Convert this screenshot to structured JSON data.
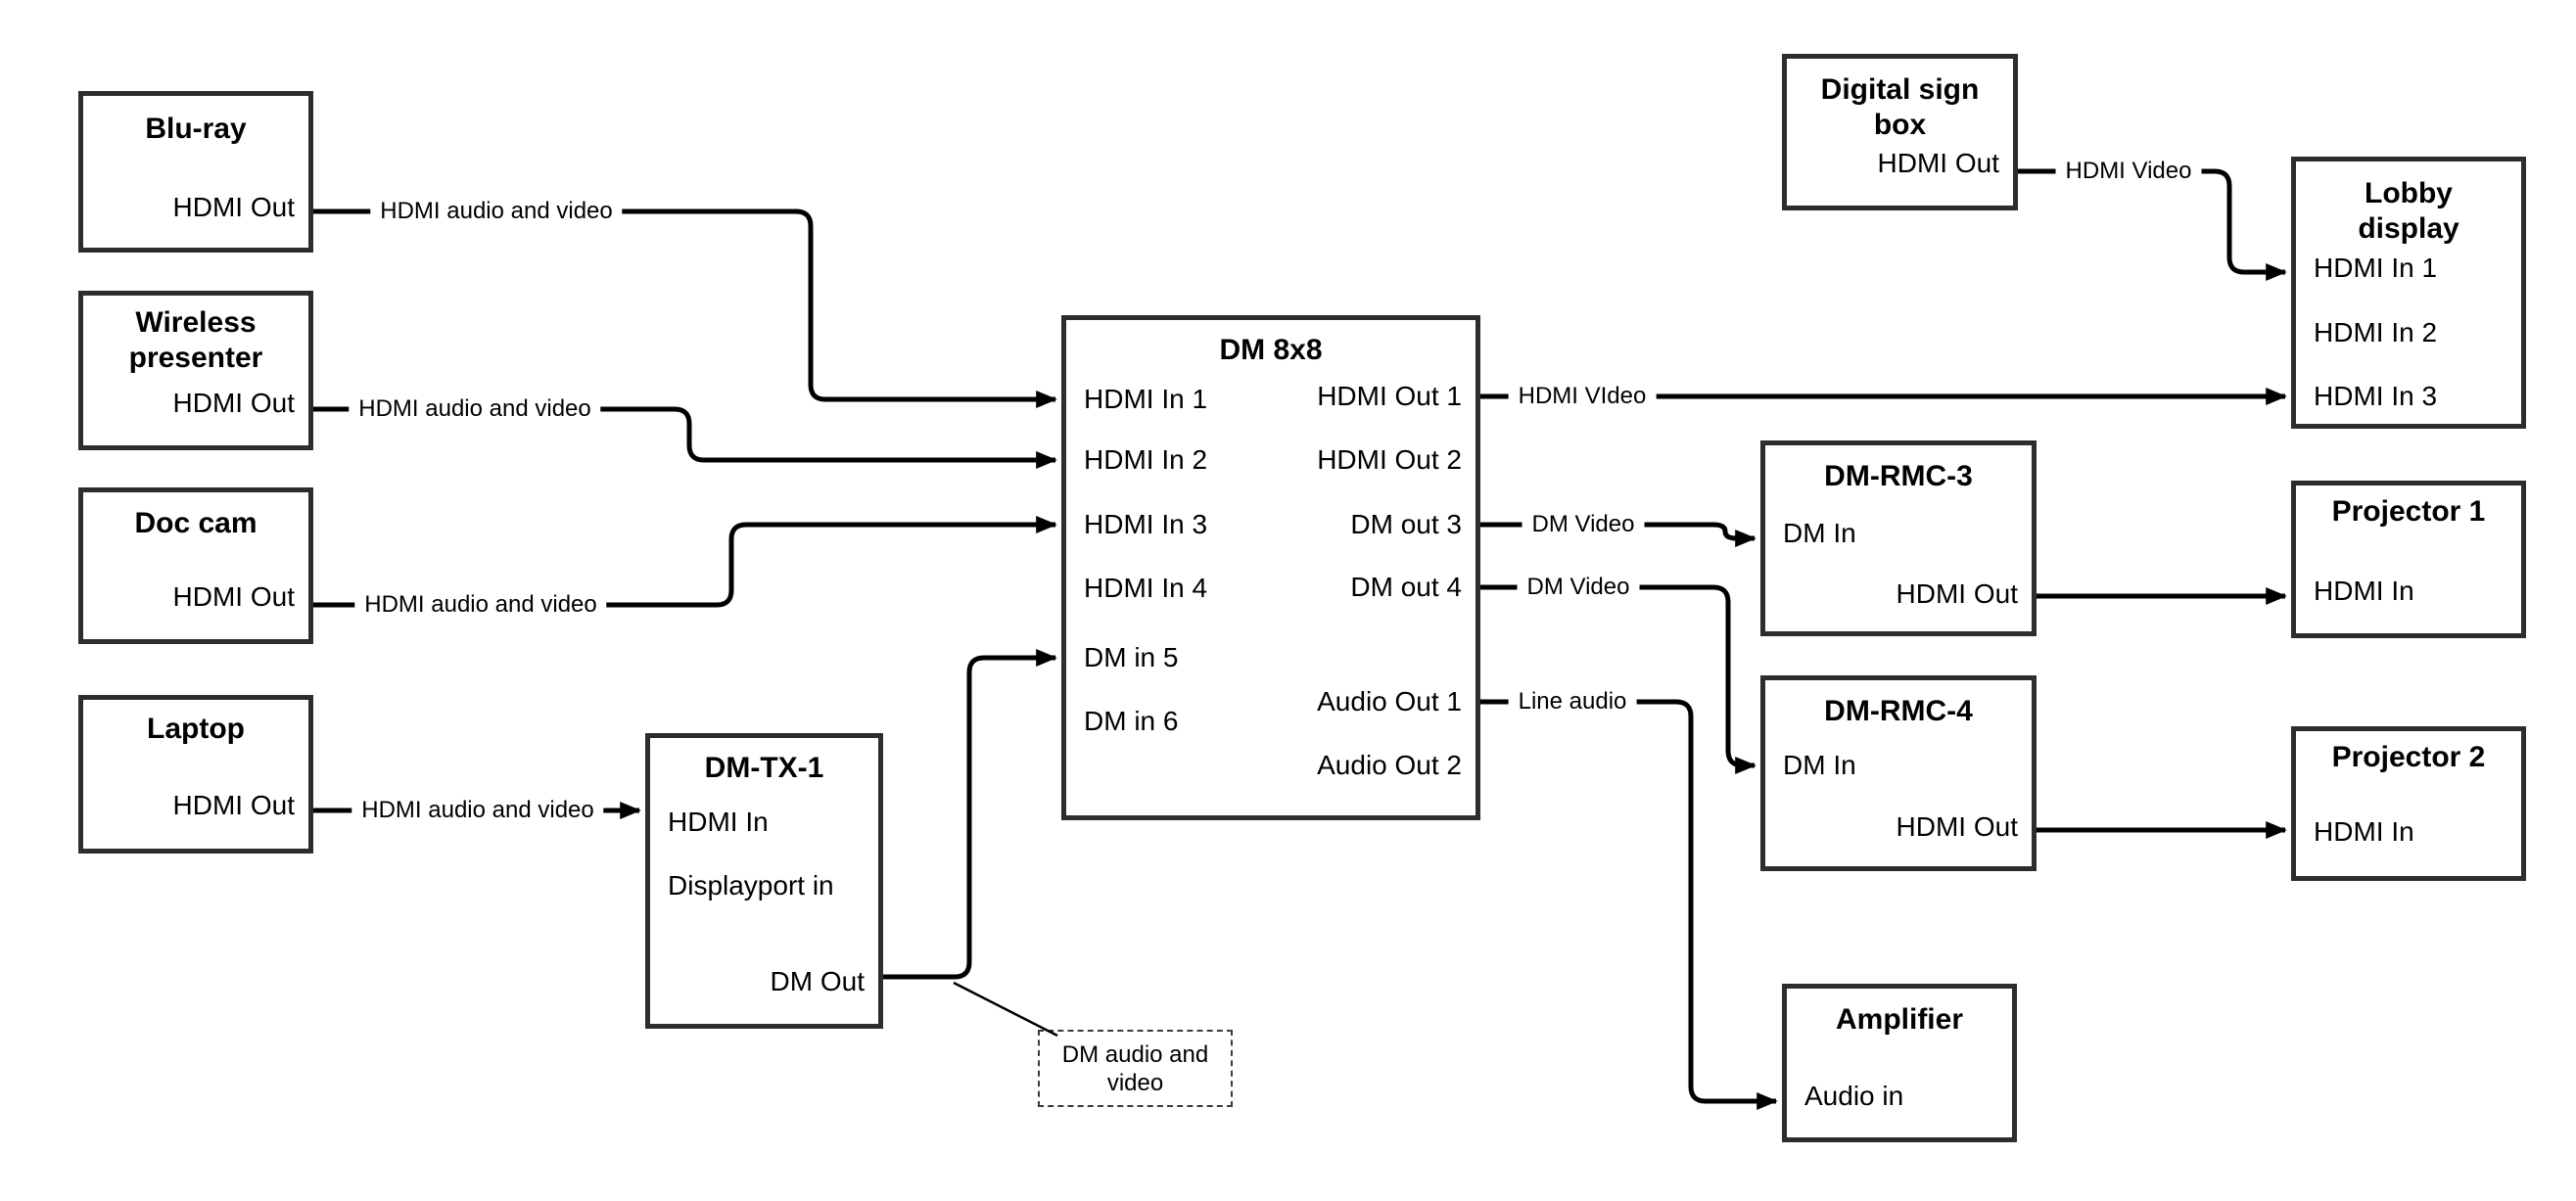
{
  "colors": {
    "background": "#ffffff",
    "box_border": "#2d2d2d",
    "wire": "#000000",
    "text": "#000000"
  },
  "nodes": {
    "bluray": {
      "title": "Blu-ray",
      "ports": {
        "out": "HDMI Out"
      }
    },
    "wireless": {
      "title": "Wireless presenter",
      "ports": {
        "out": "HDMI Out"
      }
    },
    "doccam": {
      "title": "Doc cam",
      "ports": {
        "out": "HDMI Out"
      }
    },
    "laptop": {
      "title": "Laptop",
      "ports": {
        "out": "HDMI Out"
      }
    },
    "dmtx1": {
      "title": "DM-TX-1",
      "ports": {
        "hdmi_in": "HDMI In",
        "dp_in": "Displayport in",
        "dm_out": "DM Out"
      }
    },
    "dm8x8": {
      "title": "DM 8x8",
      "inputs": [
        "HDMI In 1",
        "HDMI In 2",
        "HDMI In 3",
        "HDMI In 4",
        "DM in 5",
        "DM in 6"
      ],
      "outputs": [
        "HDMI Out 1",
        "HDMI Out 2",
        "DM out 3",
        "DM out 4",
        "Audio Out 1",
        "Audio Out 2"
      ]
    },
    "digitalsign": {
      "title": "Digital sign box",
      "ports": {
        "out": "HDMI Out"
      }
    },
    "lobby": {
      "title": "Lobby display",
      "inputs": [
        "HDMI In 1",
        "HDMI In 2",
        "HDMI In 3"
      ]
    },
    "rmc3": {
      "title": "DM-RMC-3",
      "ports": {
        "dm_in": "DM In",
        "hdmi_out": "HDMI Out"
      }
    },
    "proj1": {
      "title": "Projector 1",
      "ports": {
        "hdmi_in": "HDMI In"
      }
    },
    "rmc4": {
      "title": "DM-RMC-4",
      "ports": {
        "dm_in": "DM In",
        "hdmi_out": "HDMI Out"
      }
    },
    "proj2": {
      "title": "Projector 2",
      "ports": {
        "hdmi_in": "HDMI In"
      }
    },
    "amplifier": {
      "title": "Amplifier",
      "ports": {
        "audio_in": "Audio in"
      }
    }
  },
  "wire_labels": {
    "bluray_feed": "HDMI audio and video",
    "wireless_feed": "HDMI audio and video",
    "doccam_feed": "HDMI audio and video",
    "laptop_feed": "HDMI audio and video",
    "hdmi_out1": "HDMI VIdeo",
    "dm_out3": "DM Video",
    "dm_out4": "DM Video",
    "audio_out1": "Line audio",
    "digitalsign_feed": "HDMI Video"
  },
  "note": {
    "text": "DM audio and video"
  }
}
